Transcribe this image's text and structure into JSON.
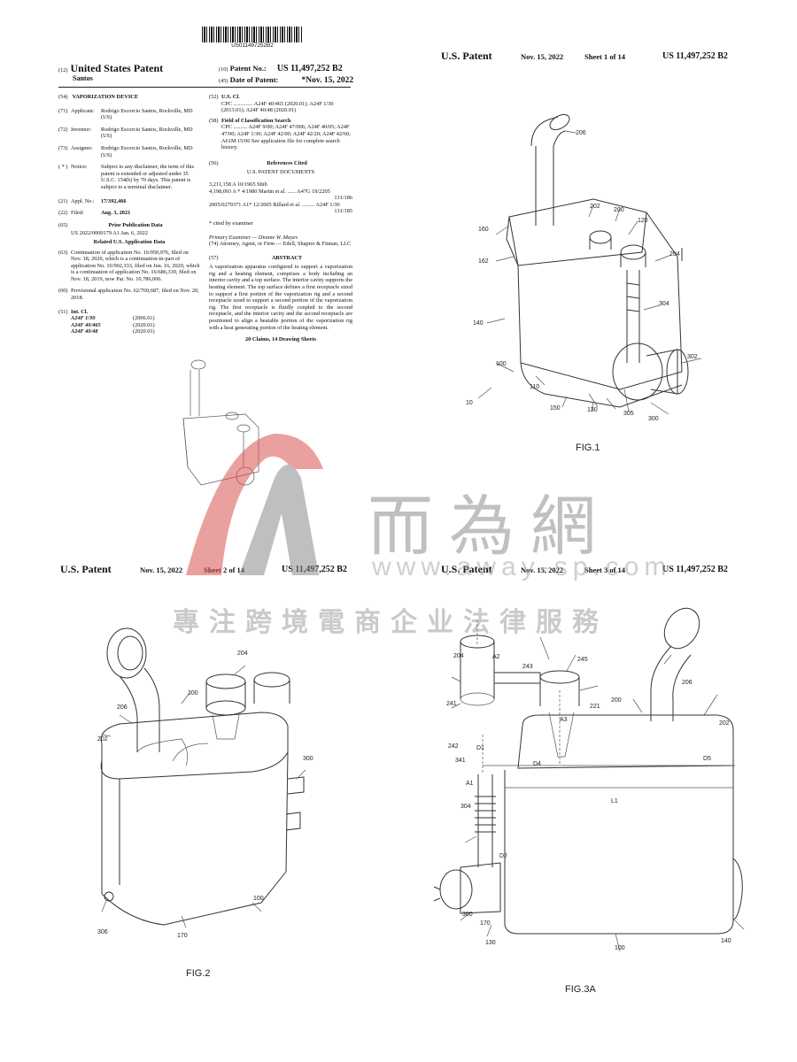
{
  "front_page": {
    "barcode_text": "US011497252B2",
    "patent_type_num": "(12)",
    "patent_type": "United States Patent",
    "inventor_short": "Santos",
    "patent_no_num": "(10)",
    "patent_no_label": "Patent No.:",
    "patent_no": "US 11,497,252 B2",
    "date_num": "(45)",
    "date_label": "Date of Patent:",
    "date": "*Nov. 15, 2022",
    "left_fields": [
      {
        "num": "(54)",
        "label": "",
        "value": "VAPORIZATION DEVICE"
      },
      {
        "num": "(71)",
        "label": "Applicant:",
        "value": "Rodrigo Escorcio Santos, Rockville, MD (US)"
      },
      {
        "num": "(72)",
        "label": "Inventor:",
        "value": "Rodrigo Escorcio Santos, Rockville, MD (US)"
      },
      {
        "num": "(73)",
        "label": "Assignee:",
        "value": "Rodrigo Escorcio Santos, Rockville, MD (US)"
      },
      {
        "num": "( * )",
        "label": "Notice:",
        "value": "Subject to any disclaimer, the term of this patent is extended or adjusted under 35 U.S.C. 154(b) by 70 days. This patent is subject to a terminal disclaimer."
      },
      {
        "num": "(21)",
        "label": "Appl. No.:",
        "value": "17/392,466"
      },
      {
        "num": "(22)",
        "label": "Filed:",
        "value": "Aug. 3, 2021"
      }
    ],
    "prior_pub_num": "(65)",
    "prior_pub_title": "Prior Publication Data",
    "prior_pub_row": "US 2022/0000179 A1      Jan. 6, 2022",
    "related_title": "Related U.S. Application Data",
    "related_63_num": "(63)",
    "related_63": "Continuation of application No. 16/950,976, filed on Nov. 18, 2020, which is a continuation-in-part of application No. 16/902,333, filed on Jun. 16, 2020, which is a continuation of application No. 16/686,339, filed on Nov. 18, 2019, now Pat. No. 10,786,006.",
    "related_60_num": "(60)",
    "related_60": "Provisional application No. 62/769,687, filed on Nov. 20, 2018.",
    "intcl_num": "(51)",
    "intcl_title": "Int. Cl.",
    "intcl": [
      {
        "code": "A24F 1/30",
        "date": "(2006.01)"
      },
      {
        "code": "A24F 40/465",
        "date": "(2020.01)"
      },
      {
        "code": "A24F 40/48",
        "date": "(2020.01)"
      }
    ],
    "uscl_num": "(52)",
    "uscl_title": "U.S. Cl.",
    "uscl_text": "CPC .............. A24F 40/465 (2020.01); A24F 1/30 (2013.01); A24F 40/48 (2020.01)",
    "field_num": "(58)",
    "field_title": "Field of Classification Search",
    "field_text": "CPC .......... A24F 9/00; A24F 47/006; A24F 40/05; A24F 47/00; A24F 1/30; A24F 42/00; A24F 42/20; A24F 42/60; A61M 15/06 See application file for complete search history.",
    "refs_num": "(56)",
    "refs_title": "References Cited",
    "refs_sub": "U.S. PATENT DOCUMENTS",
    "refs": [
      "3,211,158  A      10/1965  Shih",
      "4,198,093  A *    4/1980  Martin et al. ...... A47G 19/2205",
      "131/186",
      "2005/0279371  A1*  12/2005  Billard et al. ......... A24F 1/30",
      "131/185"
    ],
    "cited_note": "* cited by examiner",
    "examiner": "Primary Examiner — Dionne W. Mayes",
    "attorney": "(74) Attorney, Agent, or Firm — Edell, Shapiro & Finnan, LLC",
    "abstract_num": "(57)",
    "abstract_title": "ABSTRACT",
    "abstract": "A vaporization apparatus configured to support a vaporization rig and a heating element, comprises a body including an interior cavity and a top surface. The interior cavity supports the heating element. The top surface defines a first receptacle sized to support a first portion of the vaporization rig and a second receptacle sized to support a second portion of the vaporization rig. The first receptacle is fluidly coupled to the second receptacle, and the interior cavity and the second receptacle are positioned to align a heatable portion of the vaporization rig with a heat generating portion of the heating element.",
    "claims": "20 Claims, 14 Drawing Sheets"
  },
  "sheets": [
    {
      "header_left": "U.S. Patent",
      "date": "Nov. 15, 2022",
      "sheet": "Sheet 1 of 14",
      "number": "US 11,497,252 B2",
      "fig": "FIG.1",
      "labels": [
        "206",
        "202",
        "200",
        "120",
        "160",
        "162",
        "204",
        "304",
        "140",
        "302",
        "100",
        "110",
        "10",
        "150",
        "130",
        "305",
        "300"
      ]
    },
    {
      "header_left": "U.S. Patent",
      "date": "Nov. 15, 2022",
      "sheet": "Sheet 2 of 14",
      "number": "US 11,497,252 B2",
      "fig": "FIG.2",
      "labels": [
        "204",
        "200",
        "206",
        "202",
        "300",
        "100",
        "306",
        "170"
      ]
    },
    {
      "header_left": "U.S. Patent",
      "date": "Nov. 15, 2022",
      "sheet": "Sheet 3 of 14",
      "number": "US 11,497,252 B2",
      "fig": "FIG.3A",
      "labels": [
        "204",
        "A2",
        "243",
        "245",
        "241",
        "221",
        "A3",
        "206",
        "200",
        "202",
        "242",
        "D1",
        "341",
        "D4",
        "D5",
        "A1",
        "L1",
        "304",
        "D2",
        "300",
        "170",
        "130",
        "100",
        "140"
      ]
    }
  ],
  "watermark": {
    "cn_title": "而為網",
    "url": "www.away-sp.com",
    "slogan": "專注跨境電商企业法律服務",
    "logo_colors": [
      "#d9534f",
      "#8c8c8c"
    ]
  }
}
